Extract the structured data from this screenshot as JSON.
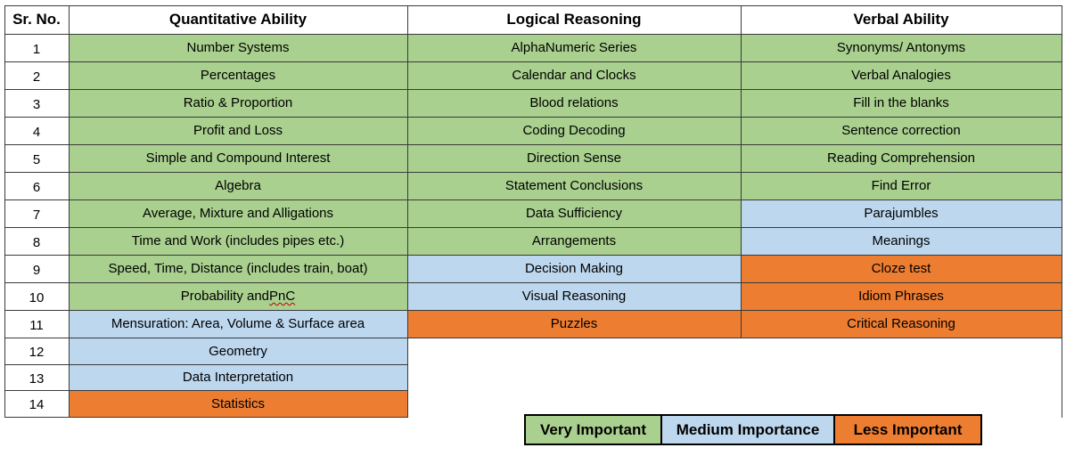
{
  "colors": {
    "very_important": "#a9d08e",
    "medium_importance": "#bdd7ee",
    "less_important": "#ed7d31",
    "blank": "#ffffff"
  },
  "headers": [
    "Sr. No.",
    "Quantitative Ability",
    "Logical Reasoning",
    "Verbal Ability"
  ],
  "rows": [
    {
      "sr": "1",
      "qa": {
        "text": "Number Systems",
        "level": "very_important"
      },
      "lr": {
        "text": "AlphaNumeric Series",
        "level": "very_important"
      },
      "va": {
        "text": "Synonyms/ Antonyms",
        "level": "very_important"
      }
    },
    {
      "sr": "2",
      "qa": {
        "text": "Percentages",
        "level": "very_important"
      },
      "lr": {
        "text": "Calendar and Clocks",
        "level": "very_important"
      },
      "va": {
        "text": "Verbal Analogies",
        "level": "very_important"
      }
    },
    {
      "sr": "3",
      "qa": {
        "text": "Ratio & Proportion",
        "level": "very_important"
      },
      "lr": {
        "text": "Blood relations",
        "level": "very_important"
      },
      "va": {
        "text": "Fill in the blanks",
        "level": "very_important"
      }
    },
    {
      "sr": "4",
      "qa": {
        "text": "Profit and Loss",
        "level": "very_important"
      },
      "lr": {
        "text": "Coding Decoding",
        "level": "very_important"
      },
      "va": {
        "text": "Sentence correction",
        "level": "very_important"
      }
    },
    {
      "sr": "5",
      "qa": {
        "text": "Simple and Compound Interest",
        "level": "very_important"
      },
      "lr": {
        "text": "Direction Sense",
        "level": "very_important"
      },
      "va": {
        "text": "Reading Comprehension",
        "level": "very_important"
      }
    },
    {
      "sr": "6",
      "qa": {
        "text": "Algebra",
        "level": "very_important"
      },
      "lr": {
        "text": "Statement Conclusions",
        "level": "very_important"
      },
      "va": {
        "text": "Find Error",
        "level": "very_important"
      }
    },
    {
      "sr": "7",
      "qa": {
        "text": "Average, Mixture and Alligations",
        "level": "very_important"
      },
      "lr": {
        "text": "Data Sufficiency",
        "level": "very_important"
      },
      "va": {
        "text": "Parajumbles",
        "level": "medium_importance"
      }
    },
    {
      "sr": "8",
      "qa": {
        "text": "Time and Work (includes pipes etc.)",
        "level": "very_important"
      },
      "lr": {
        "text": "Arrangements",
        "level": "very_important"
      },
      "va": {
        "text": "Meanings",
        "level": "medium_importance"
      }
    },
    {
      "sr": "9",
      "qa": {
        "text": "Speed, Time, Distance (includes train, boat)",
        "level": "very_important"
      },
      "lr": {
        "text": "Decision Making",
        "level": "medium_importance"
      },
      "va": {
        "text": "Cloze test",
        "level": "less_important"
      }
    },
    {
      "sr": "10",
      "qa": {
        "text": "Probability and PnC",
        "level": "very_important"
      },
      "lr": {
        "text": "Visual Reasoning",
        "level": "medium_importance"
      },
      "va": {
        "text": "Idiom Phrases",
        "level": "less_important"
      }
    },
    {
      "sr": "11",
      "qa": {
        "text": "Mensuration: Area, Volume & Surface area",
        "level": "medium_importance"
      },
      "lr": {
        "text": "Puzzles",
        "level": "less_important"
      },
      "va": {
        "text": "Critical Reasoning",
        "level": "less_important"
      }
    },
    {
      "sr": "12",
      "qa": {
        "text": "Geometry",
        "level": "medium_importance"
      },
      "lr": {
        "text": "",
        "level": "blank"
      },
      "va": {
        "text": "",
        "level": "blank"
      }
    },
    {
      "sr": "13",
      "qa": {
        "text": "Data Interpretation",
        "level": "medium_importance"
      },
      "lr": {
        "text": "",
        "level": "blank"
      },
      "va": {
        "text": "",
        "level": "blank"
      }
    },
    {
      "sr": "14",
      "qa": {
        "text": "Statistics",
        "level": "less_important"
      },
      "lr": {
        "text": "",
        "level": "blank"
      },
      "va": {
        "text": "",
        "level": "blank"
      }
    }
  ],
  "legend": [
    {
      "label": "Very Important",
      "level": "very_important"
    },
    {
      "label": "Medium Importance",
      "level": "medium_importance"
    },
    {
      "label": "Less Important",
      "level": "less_important"
    }
  ]
}
